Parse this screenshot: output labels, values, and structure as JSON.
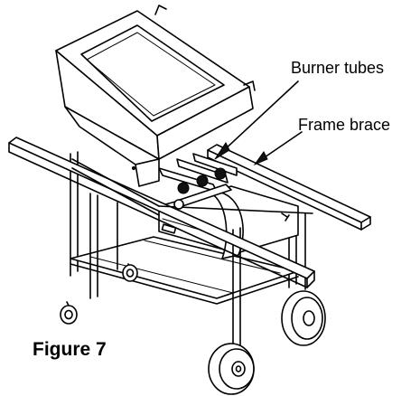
{
  "figure": {
    "caption": "Figure 7",
    "callouts": {
      "burner_tubes": "Burner tubes",
      "frame_brace": "Frame brace"
    }
  }
}
